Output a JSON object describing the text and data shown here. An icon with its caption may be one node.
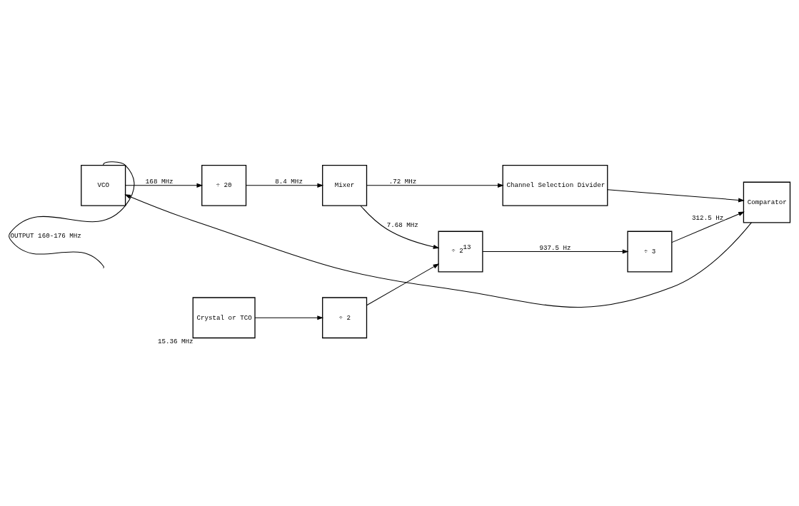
{
  "diagram": {
    "nodes": [
      {
        "text": [
          "VCO"
        ]
      },
      {
        "text": [
          "÷ 20"
        ]
      },
      {
        "text": [
          "Mixer"
        ]
      },
      {
        "text": [
          "Channel Selection Divider"
        ]
      },
      {
        "text": [
          "Crystal or TCO"
        ],
        "beside": [
          "15.36 MHz"
        ]
      },
      {
        "text": [
          "÷ 2"
        ]
      },
      {
        "text": [
          "÷ 2$^{13}$"
        ]
      },
      {
        "text": [
          "÷ 3"
        ]
      },
      {
        "text": [
          "Comparator"
        ]
      }
    ],
    "edges": [
      {
        "from": 0,
        "to": null,
        "arrow": "none",
        "label": "OUTPUT 160-176 MHz"
      },
      {
        "from": 0,
        "to": 1,
        "arrow": "to",
        "label": "168 MHz"
      },
      {
        "from": 1,
        "to": 2,
        "arrow": "to",
        "label": "8.4 MHz"
      },
      {
        "from": 2,
        "to": 3,
        "arrow": "to",
        "label": ".72 MHz"
      },
      {
        "from": 3,
        "to": 8,
        "arrow": "to"
      },
      {
        "from": 4,
        "to": 5,
        "arrow": "to"
      },
      {
        "from": 5,
        "to": 6,
        "arrow": "to"
      },
      {
        "from": 2,
        "to": 6,
        "arrow": "to",
        "label": "7.68 MHz"
      },
      {
        "from": 6,
        "to": 7,
        "arrow": "to",
        "label": "937.5 Hz"
      },
      {
        "from": 7,
        "to": 8,
        "arrow": "to",
        "label": "312.5 Hz"
      },
      {
        "from": 8,
        "to": 0,
        "arrow": "to"
      }
    ]
  }
}
